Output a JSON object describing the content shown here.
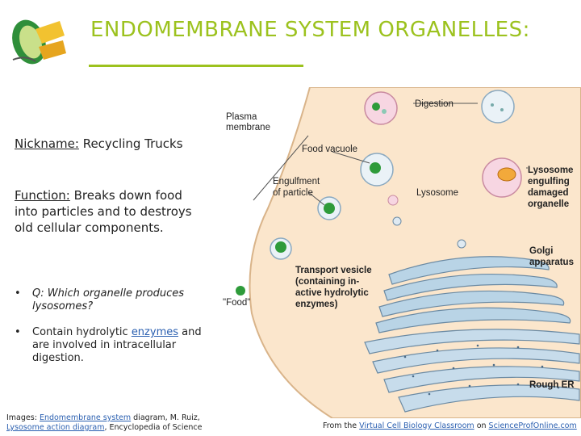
{
  "title": "ENDOMEMBRANE SYSTEM ORGANELLES:",
  "nickname": {
    "label": "Nickname:",
    "value": " Recycling Trucks"
  },
  "function": {
    "label": "Function:",
    "value": " Breaks down food into particles and to destroys old cellular components."
  },
  "bullets": [
    {
      "symbol": "•",
      "text": "Q: Which organelle produces lysosomes?"
    },
    {
      "symbol": "•",
      "pre": "Contain hydrolytic ",
      "link": "enzymes",
      "post": " and are involved in intracellular digestion."
    }
  ],
  "credits": {
    "prefix": "Images: ",
    "link1": "Endomembrane system",
    "mid1": " diagram, M. Ruiz,",
    "link2": "Lysosome action diagram",
    "mid2": ", Encyclopedia of Science"
  },
  "footer": {
    "prefix": "From the ",
    "link1": "Virtual Cell Biology Classroom",
    "mid": " on ",
    "link2": "ScienceProfOnline.com"
  },
  "diagram": {
    "plasma": [
      "Plasma",
      "membrane"
    ],
    "food_vacuole": "Food vacuole",
    "engulfment": [
      "Engulfment",
      "of particle"
    ],
    "lysosome": "Lysosome",
    "digestion": "Digestion",
    "lysosome_engulfing": [
      "Lysosome",
      "engulfing",
      "damaged",
      "organelle"
    ],
    "golgi": [
      "Golgi",
      "apparatus"
    ],
    "transport": [
      "Transport vesicle",
      "(containing in-",
      "active hydrolytic",
      "enzymes)"
    ],
    "food": "\"Food\"",
    "rough_er": "Rough ER"
  },
  "colors": {
    "title": "#9cc21e",
    "cell": "#fbe6cc",
    "er": "#b9d4e6",
    "vesicle": "#f7d6e2",
    "food": "#2e9b3a"
  }
}
